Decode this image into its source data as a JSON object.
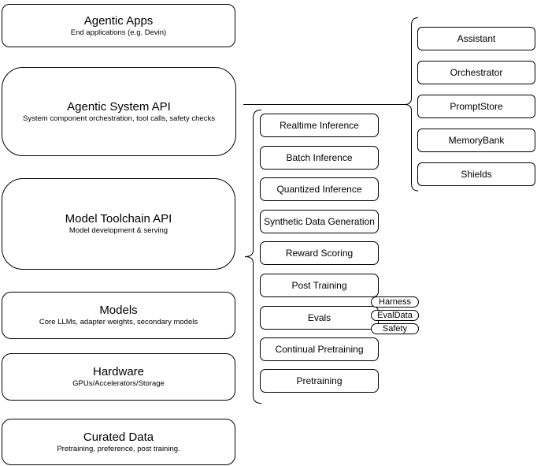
{
  "colors": {
    "background": "#ffffff",
    "node_fill": "#ffffff",
    "stroke": "#000000",
    "text": "#000000"
  },
  "left_stack": {
    "agentic_apps": {
      "title": "Agentic Apps",
      "subtitle": "End applications (e.g. Devin)"
    },
    "agentic_system_api": {
      "title": "Agentic System API",
      "subtitle": "System component orchestration, tool calls, safety checks"
    },
    "model_toolchain_api": {
      "title": "Model Toolchain API",
      "subtitle": "Model development & serving"
    },
    "models": {
      "title": "Models",
      "subtitle": "Core LLMs, adapter weights, secondary models"
    },
    "hardware": {
      "title": "Hardware",
      "subtitle": "GPUs/Accelerators/Storage"
    },
    "curated_data": {
      "title": "Curated Data",
      "subtitle": "Pretraining, preference, post training."
    }
  },
  "toolchain": {
    "items": [
      "Realtime Inference",
      "Batch Inference",
      "Quantized Inference",
      "Synthetic Data Generation",
      "Reward Scoring",
      "Post Training",
      "Evals",
      "Continual Pretraining",
      "Pretraining"
    ]
  },
  "evals_tags": {
    "items": [
      "Harness",
      "EvalData",
      "Safety"
    ]
  },
  "system_components": {
    "items": [
      "Assistant",
      "Orchestrator",
      "PromptStore",
      "MemoryBank",
      "Shields"
    ]
  }
}
